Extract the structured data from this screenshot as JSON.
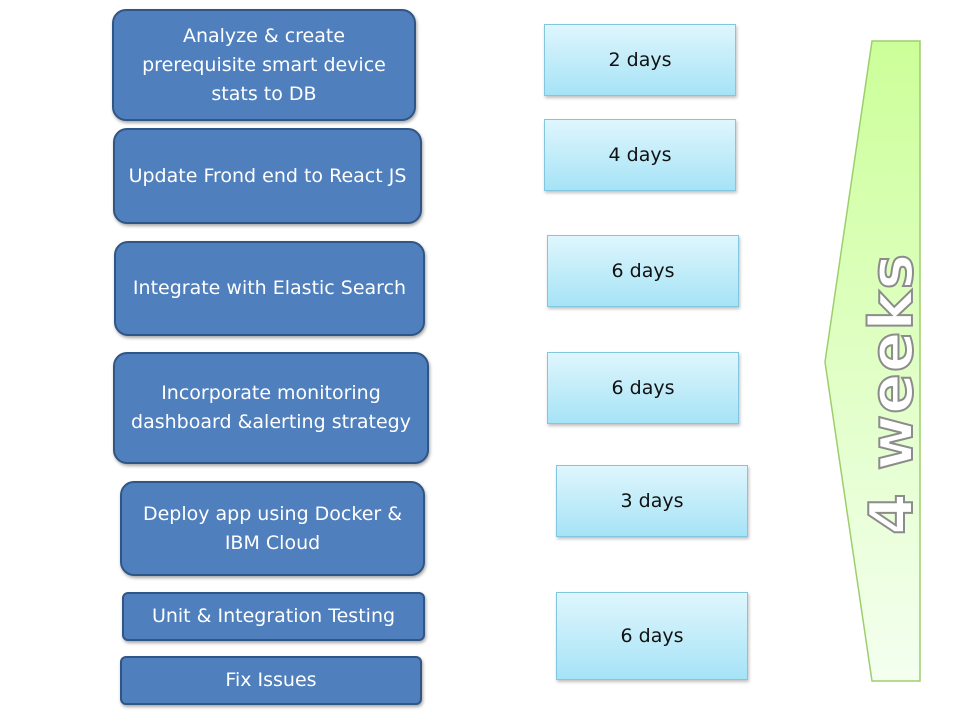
{
  "tasks": [
    {
      "label": "Analyze & create prerequisite smart device stats to DB"
    },
    {
      "label": "Update Frond end to React JS"
    },
    {
      "label": "Integrate with Elastic Search"
    },
    {
      "label": "Incorporate  monitoring dashboard &alerting strategy"
    },
    {
      "label": "Deploy app using Docker & IBM Cloud"
    },
    {
      "label": "Unit & Integration Testing"
    },
    {
      "label": "Fix Issues"
    }
  ],
  "durations": [
    {
      "label": "2 days"
    },
    {
      "label": "4 days"
    },
    {
      "label": "6 days"
    },
    {
      "label": "6 days"
    },
    {
      "label": "3 days"
    },
    {
      "label": "6 days"
    }
  ],
  "total": {
    "label": "4 weeks"
  },
  "colors": {
    "task_fill": "#4f7fbd",
    "task_border": "#2f5685",
    "duration_fill_top": "#dff6fd",
    "duration_fill_bottom": "#a6e3f6",
    "arrow_fill_top": "#ccff99",
    "arrow_fill_bottom": "#f4fff0"
  }
}
